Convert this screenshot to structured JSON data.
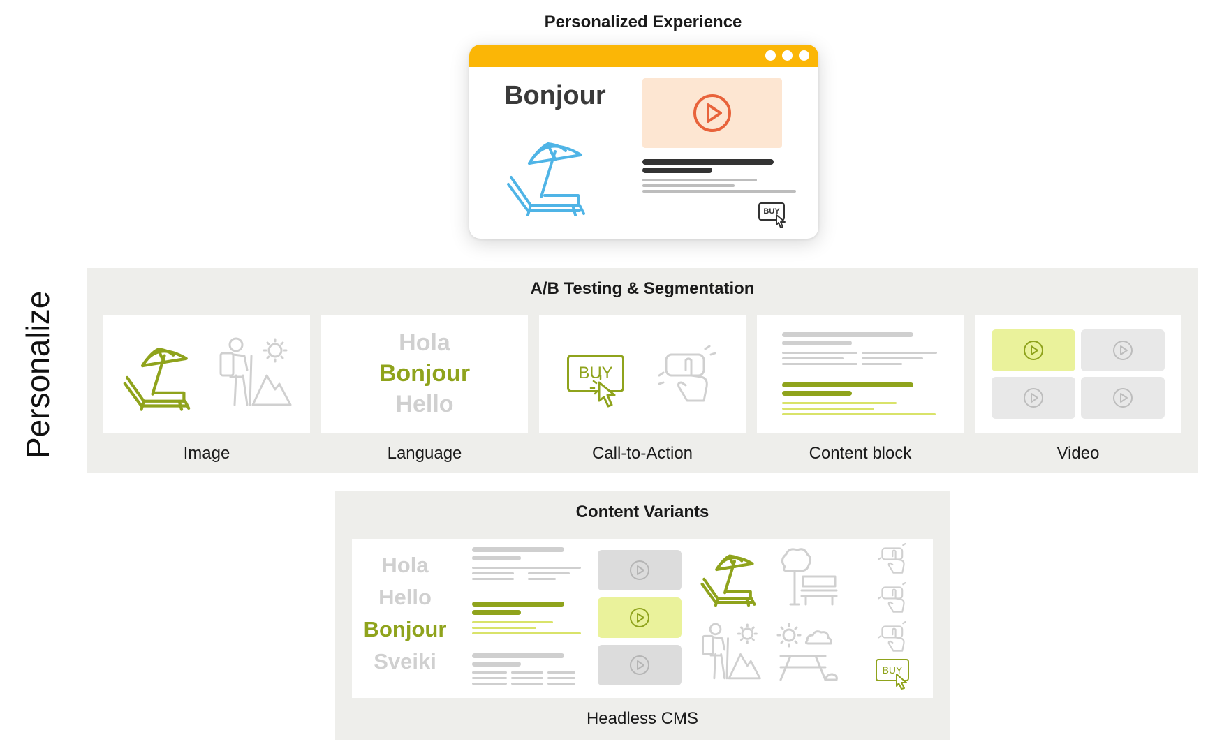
{
  "experience": {
    "title": "Personalized Experience",
    "greeting": "Bonjour",
    "buy_label": "BUY"
  },
  "personalize_label": "Personalize",
  "ab_testing": {
    "title": "A/B Testing & Segmentation",
    "tiles": [
      {
        "label": "Image"
      },
      {
        "label": "Language"
      },
      {
        "label": "Call-to-Action"
      },
      {
        "label": "Content block"
      },
      {
        "label": "Video"
      }
    ],
    "languages": [
      "Hola",
      "Bonjour",
      "Hello"
    ],
    "buy_label": "BUY"
  },
  "content_variants": {
    "title": "Content Variants",
    "languages": [
      "Hola",
      "Hello",
      "Bonjour",
      "Sveiki"
    ],
    "buy_label": "BUY",
    "footer_label": "Headless CMS"
  },
  "colors": {
    "accent_yellow": "#fbb606",
    "accent_green": "#8fa31c",
    "light_green": "#d9e36a",
    "highlight_green": "#eaf29b",
    "umbrella_blue": "#4fb4e6",
    "video_orange": "#e8633b",
    "video_peach": "#fde6d2",
    "muted_gray": "#cfcfcf",
    "panel_bg": "#eeeeeb"
  }
}
